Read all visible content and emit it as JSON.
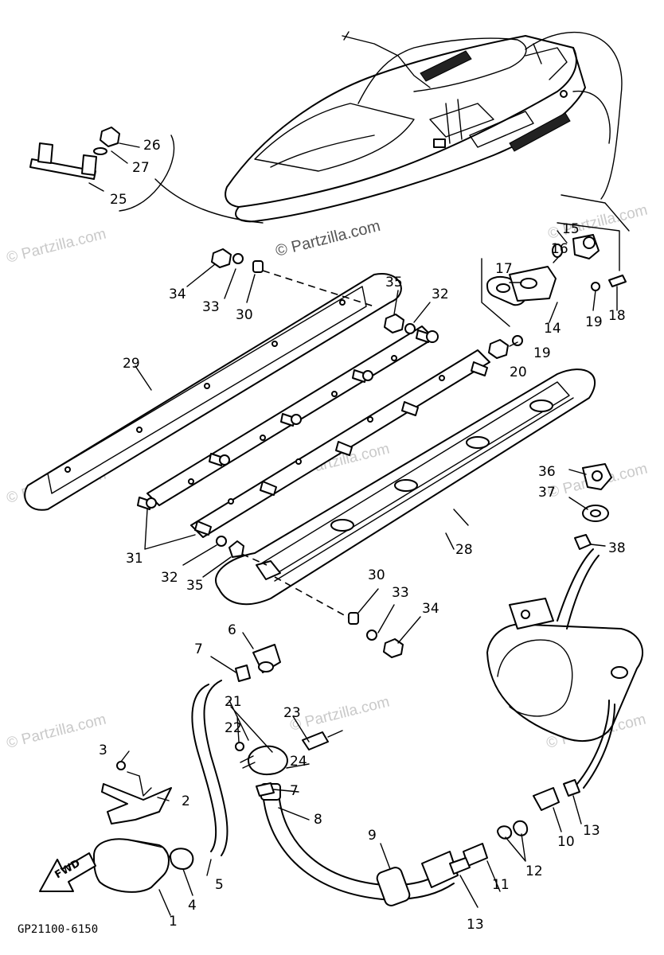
{
  "watermark": "© Partzilla.com",
  "diagram_code": "GP21100-6150",
  "fwd_label": "FWD",
  "callouts": [
    "1",
    "2",
    "3",
    "4",
    "5",
    "6",
    "7",
    "7",
    "8",
    "9",
    "10",
    "11",
    "12",
    "13",
    "13",
    "14",
    "15",
    "16",
    "17",
    "18",
    "19",
    "19",
    "20",
    "21",
    "22",
    "23",
    "24",
    "25",
    "26",
    "27",
    "28",
    "29",
    "30",
    "30",
    "31",
    "32",
    "32",
    "33",
    "33",
    "34",
    "34",
    "35",
    "35",
    "36",
    "37",
    "38"
  ]
}
